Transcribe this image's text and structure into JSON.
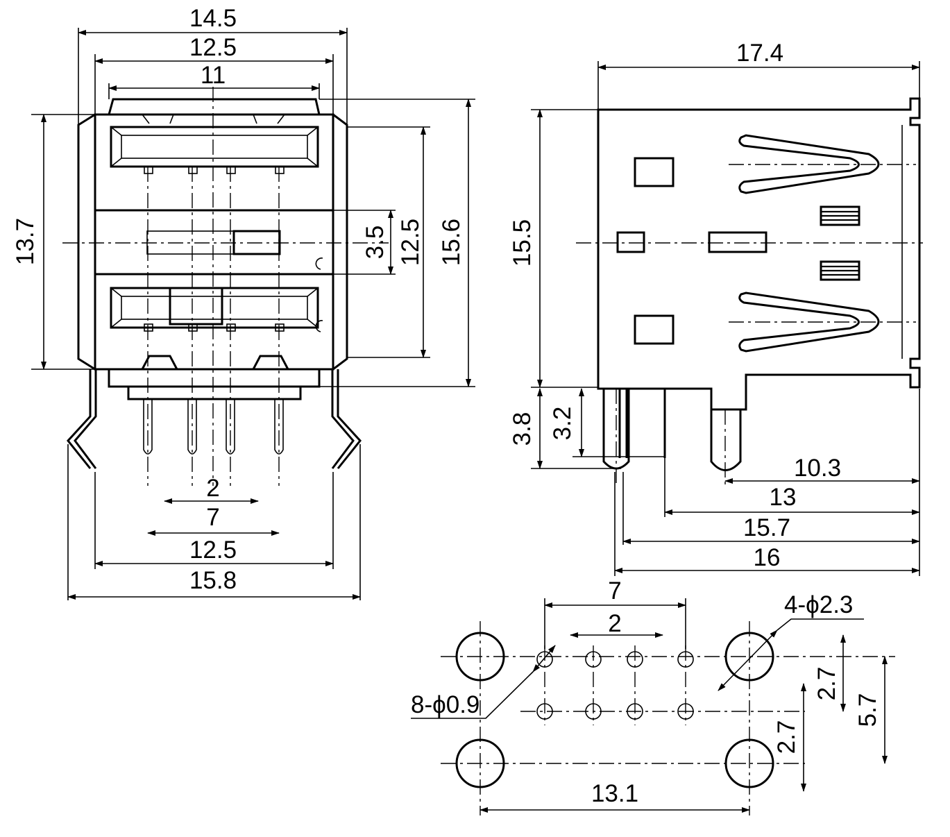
{
  "dimensions": {
    "front_14_5": "14.5",
    "front_12_5_top": "12.5",
    "front_11": "11",
    "front_13_7": "13.7",
    "front_3_5": "3.5",
    "front_12_5_right": "12.5",
    "front_15_6": "15.6",
    "front_2": "2",
    "front_7": "7",
    "front_12_5_bottom": "12.5",
    "front_15_8": "15.8",
    "side_17_4": "17.4",
    "side_15_5": "15.5",
    "side_3_8": "3.8",
    "side_3_2": "3.2",
    "side_10_3": "10.3",
    "side_13": "13",
    "side_15_7": "15.7",
    "side_16": "16",
    "pcb_7": "7",
    "pcb_2": "2",
    "pcb_holes_large": "4-ϕ2.3",
    "pcb_holes_small": "8-ϕ0.9",
    "pcb_2_7_upper": "2.7",
    "pcb_5_7": "5.7",
    "pcb_2_7_lower": "2.7",
    "pcb_13_1": "13.1"
  }
}
